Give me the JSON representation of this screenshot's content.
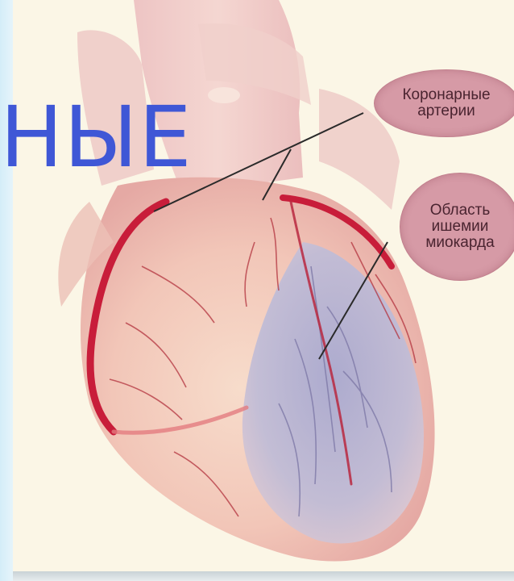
{
  "overlay": {
    "title_fragment": "НЫЕ"
  },
  "labels": {
    "arteries": {
      "line1": "Коронарные",
      "line2": "артерии"
    },
    "ischemia": {
      "line1": "Область",
      "line2": "ишемии",
      "line3": "миокарда"
    }
  },
  "colors": {
    "title": "#3f57d6",
    "bubble": "#d69aa6",
    "artery": "#c81d3a",
    "ischemia_zone": "#b7b4d2",
    "heart": "#f3cfc0"
  }
}
